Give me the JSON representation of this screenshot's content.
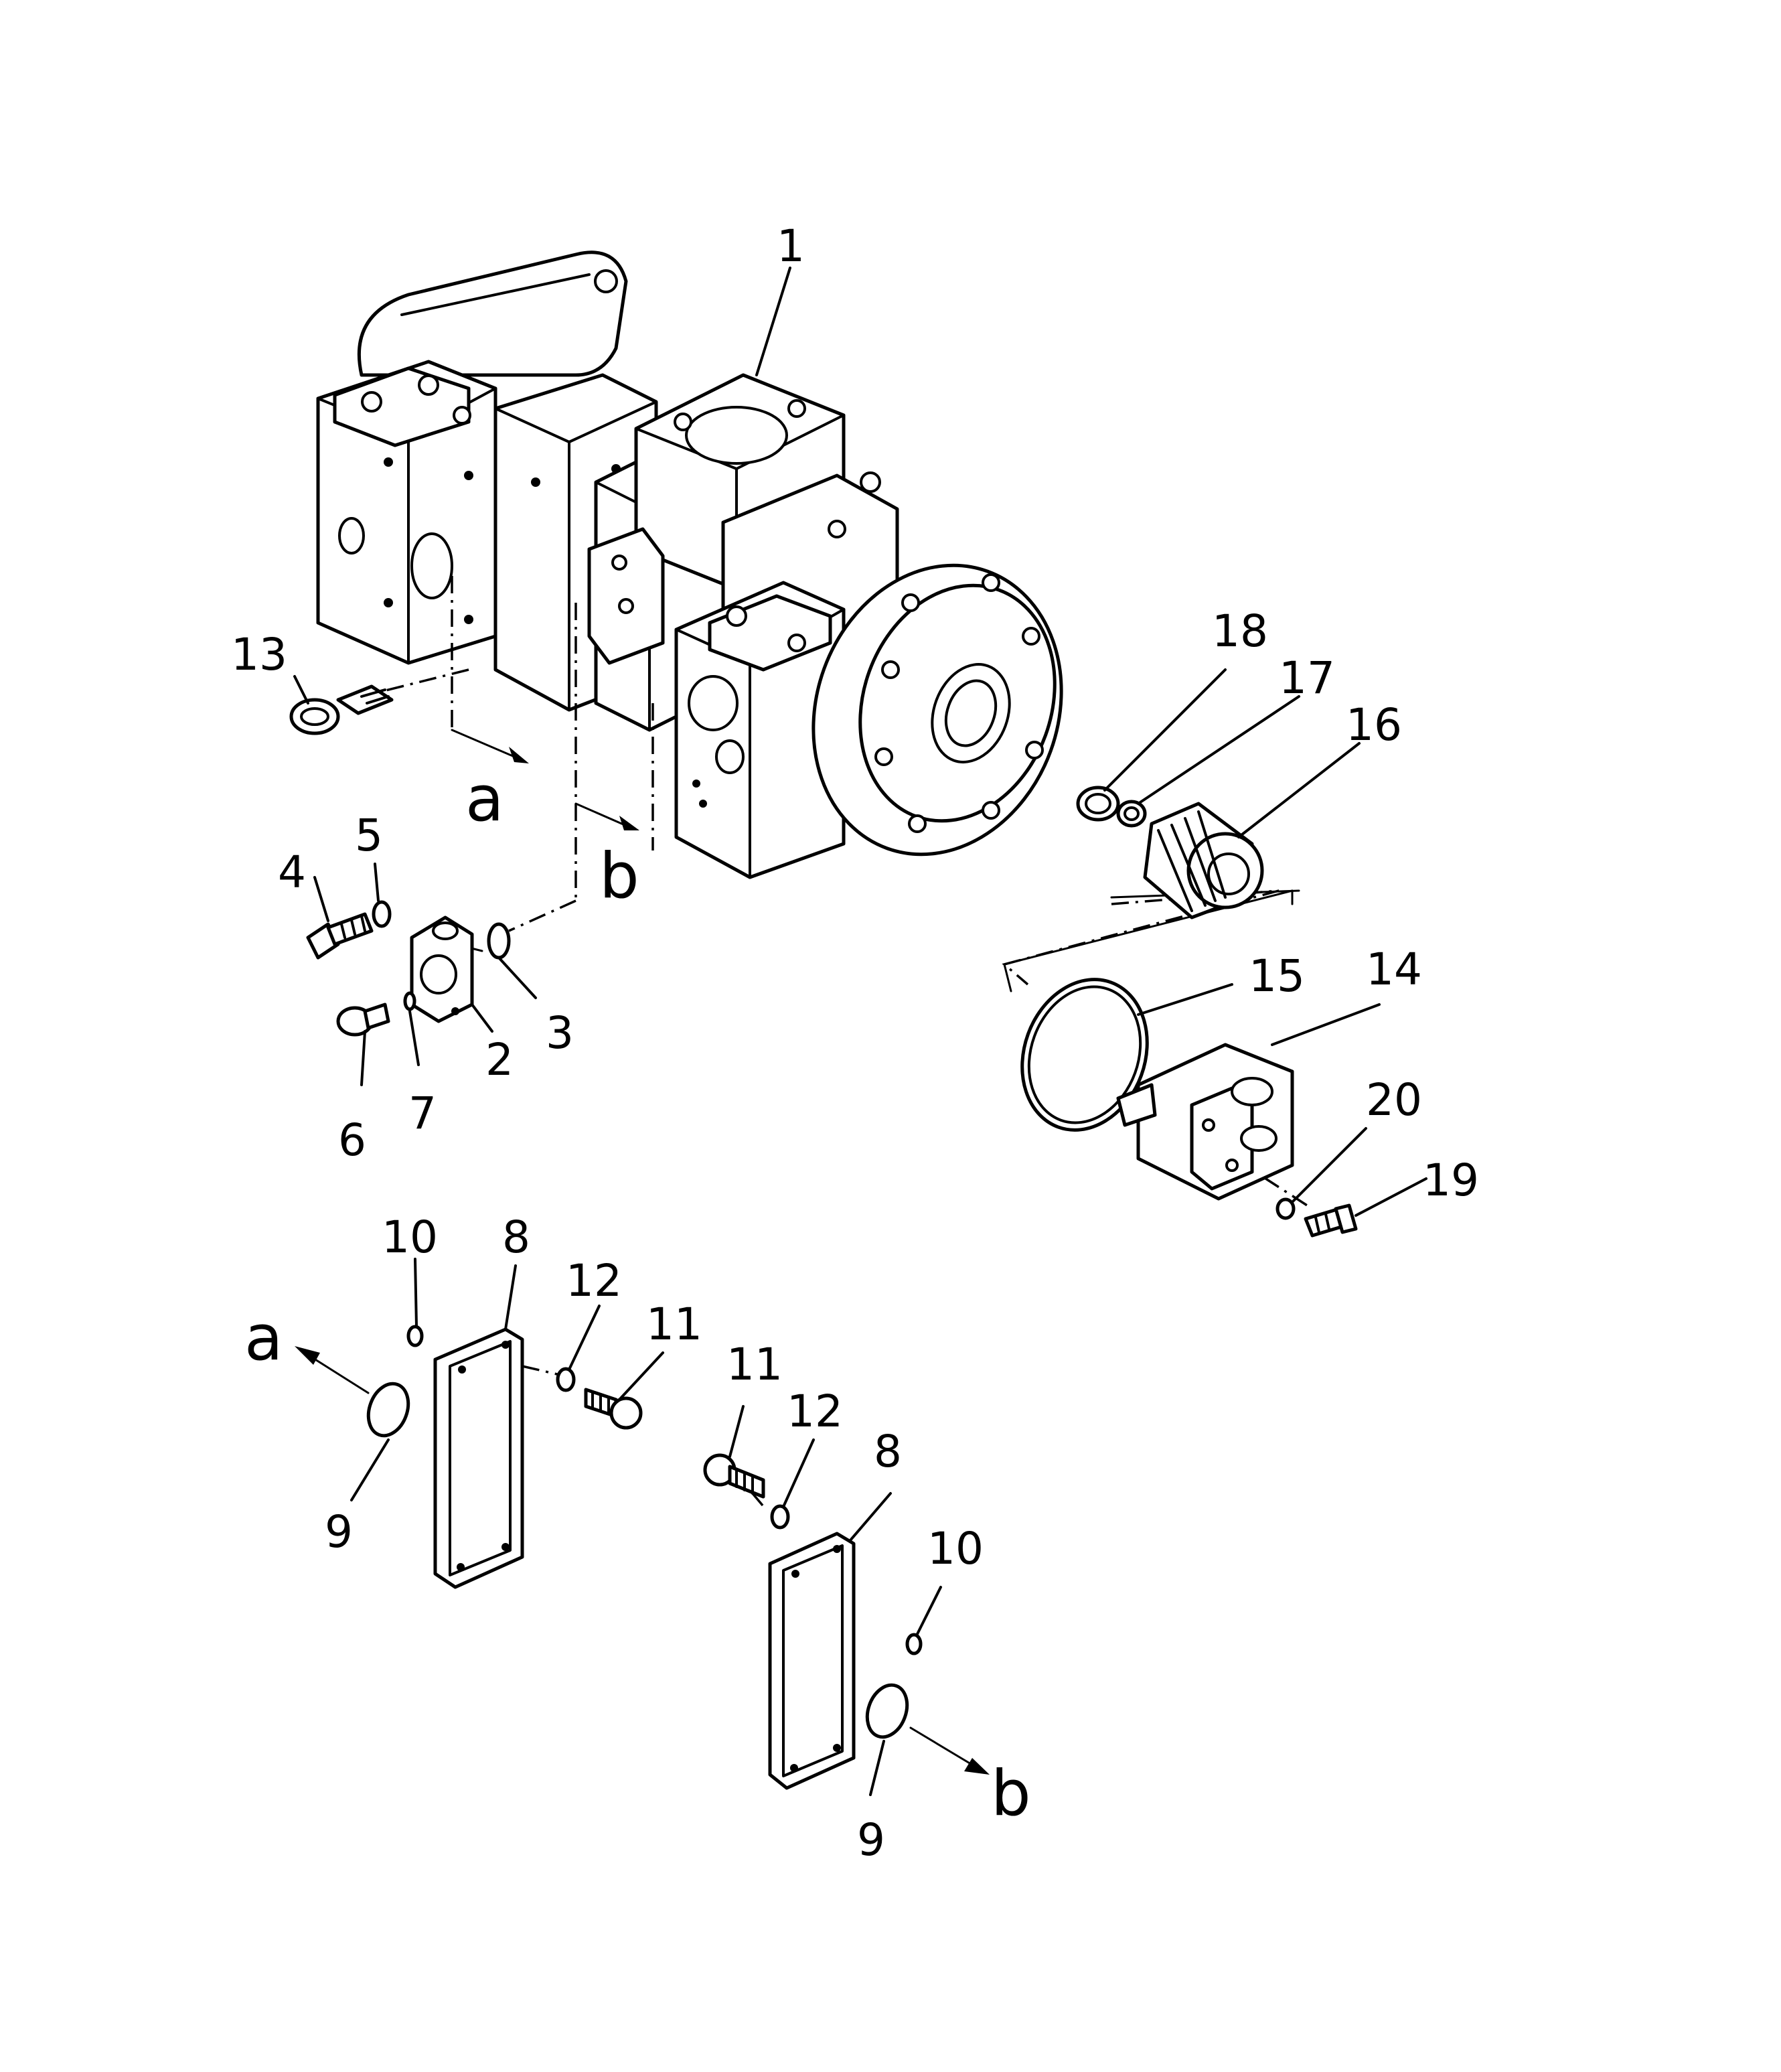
{
  "diagram": {
    "callouts": [
      {
        "id": "1",
        "text": "1"
      },
      {
        "id": "2",
        "text": "2"
      },
      {
        "id": "3",
        "text": "3"
      },
      {
        "id": "4",
        "text": "4"
      },
      {
        "id": "5",
        "text": "5"
      },
      {
        "id": "6",
        "text": "6"
      },
      {
        "id": "7",
        "text": "7"
      },
      {
        "id": "8",
        "text": "8"
      },
      {
        "id": "9",
        "text": "9"
      },
      {
        "id": "10",
        "text": "10"
      },
      {
        "id": "11",
        "text": "11"
      },
      {
        "id": "12",
        "text": "12"
      },
      {
        "id": "13",
        "text": "13"
      },
      {
        "id": "14",
        "text": "14"
      },
      {
        "id": "15",
        "text": "15"
      },
      {
        "id": "16",
        "text": "16"
      },
      {
        "id": "17",
        "text": "17"
      },
      {
        "id": "18",
        "text": "18"
      },
      {
        "id": "19",
        "text": "19"
      },
      {
        "id": "20",
        "text": "20"
      }
    ],
    "refs": {
      "a": "a",
      "b": "b"
    }
  }
}
